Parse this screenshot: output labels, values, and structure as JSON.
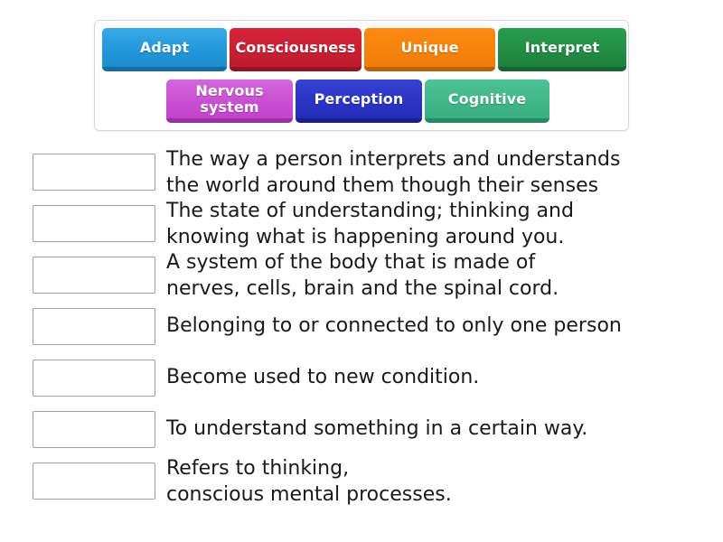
{
  "word_bank": {
    "rows": [
      [
        {
          "label": "Adapt",
          "color": "#2196d8",
          "class": "t-adapt",
          "name": "word-tile-adapt"
        },
        {
          "label": "Consciousness",
          "color": "#c81f33",
          "class": "t-consciousness",
          "name": "word-tile-consciousness"
        },
        {
          "label": "Unique",
          "color": "#f4820b",
          "class": "t-unique",
          "name": "word-tile-unique"
        },
        {
          "label": "Interpret",
          "color": "#228b44",
          "class": "t-interpret",
          "name": "word-tile-interpret"
        }
      ],
      [
        {
          "label": "Nervous\nsystem",
          "color": "#c84ed1",
          "class": "t-nervous",
          "name": "word-tile-nervous-system"
        },
        {
          "label": "Perception",
          "color": "#2a34c4",
          "class": "t-perception",
          "name": "word-tile-perception"
        },
        {
          "label": "Cognitive",
          "color": "#3fb687",
          "class": "t-cognitive",
          "name": "word-tile-cognitive"
        }
      ]
    ]
  },
  "definitions": [
    {
      "text": "The way a person interprets and understands\nthe world around them though their senses",
      "lines": 2,
      "slot_value": ""
    },
    {
      "text": "The state of understanding; thinking and\nknowing what is happening around you.",
      "lines": 2,
      "slot_value": ""
    },
    {
      "text": "A system of the body that is made of\nnerves, cells, brain and the spinal cord.",
      "lines": 2,
      "slot_value": ""
    },
    {
      "text": "Belonging to or connected to only one person",
      "lines": 1,
      "slot_value": ""
    },
    {
      "text": "Become used to new condition.",
      "lines": 1,
      "slot_value": ""
    },
    {
      "text": "To understand something in a certain way.",
      "lines": 1,
      "slot_value": ""
    },
    {
      "text": "Refers to thinking,\nconscious mental processes.",
      "lines": 2,
      "slot_value": ""
    }
  ],
  "colors": {
    "background": "#ffffff",
    "panel_border": "#d8d8d8",
    "slot_border": "#9e9e9e",
    "text": "#1a1a1a"
  }
}
